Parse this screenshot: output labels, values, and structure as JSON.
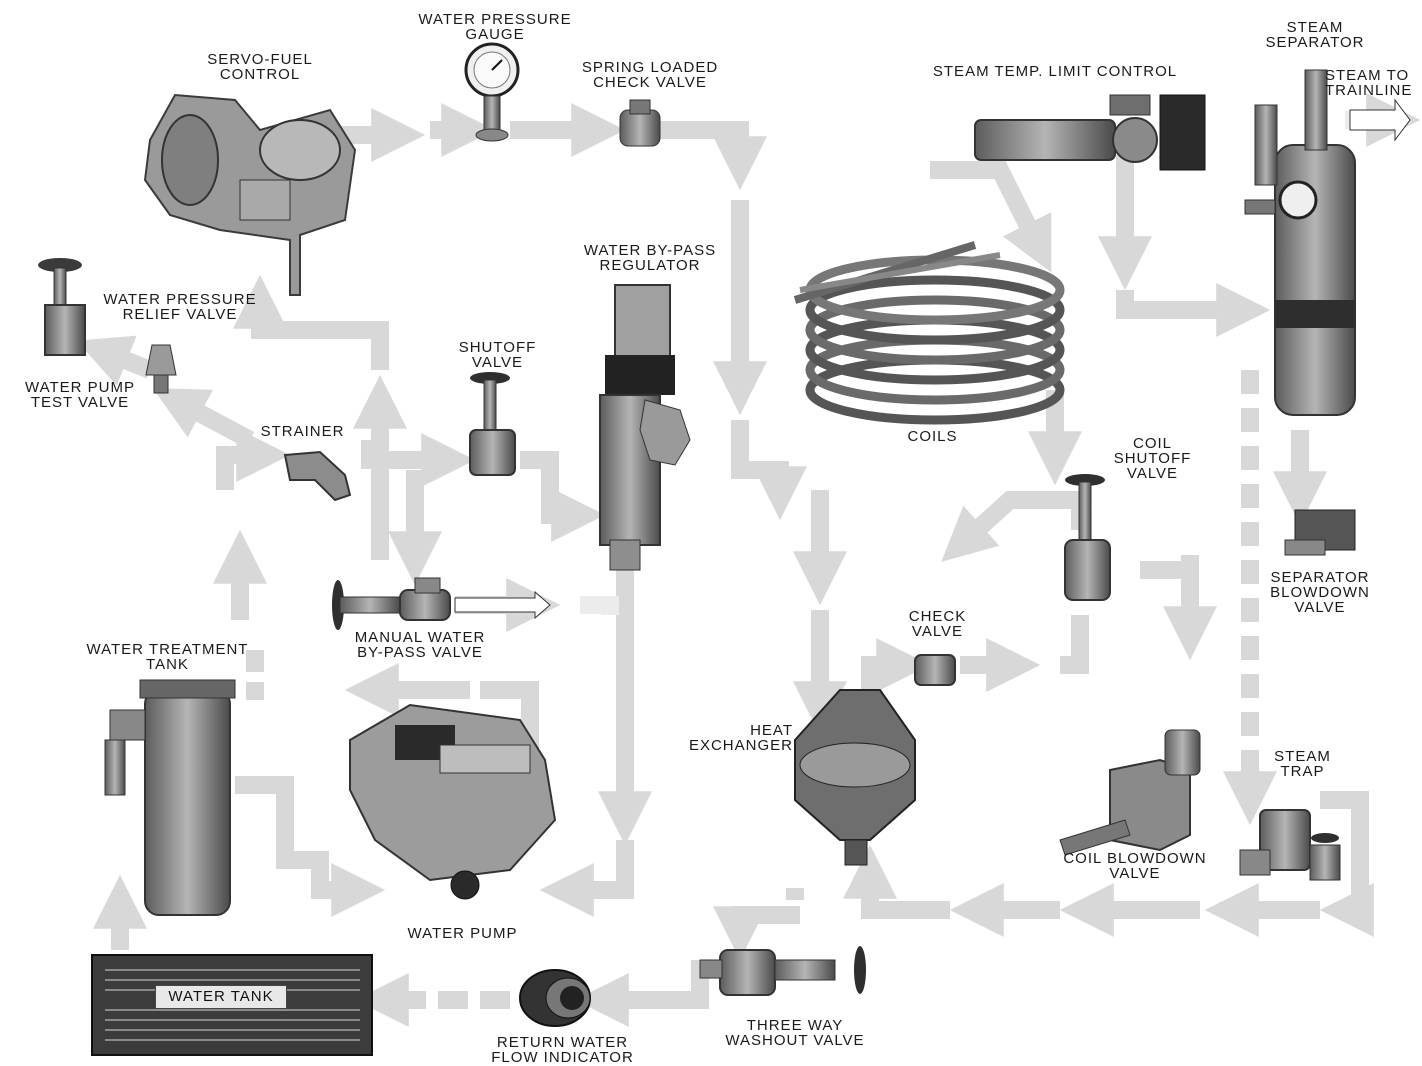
{
  "diagram": {
    "flow_color": "#d8d8d8",
    "component_color": "#8a8a8a",
    "labels": {
      "water_pressure_gauge": [
        "WATER PRESSURE",
        "GAUGE"
      ],
      "servo_fuel_control": [
        "SERVO-FUEL",
        "CONTROL"
      ],
      "spring_loaded_check_valve": [
        "SPRING LOADED",
        "CHECK VALVE"
      ],
      "steam_temp_limit_control": [
        "STEAM TEMP. LIMIT CONTROL"
      ],
      "steam_separator": [
        "STEAM",
        "SEPARATOR"
      ],
      "steam_to_trainline": [
        "STEAM TO",
        "TRAINLINE"
      ],
      "water_by_pass_regulator": [
        "WATER BY-PASS",
        "REGULATOR"
      ],
      "water_pressure_relief_valve": [
        "WATER PRESSURE",
        "RELIEF VALVE"
      ],
      "water_pump_test_valve": [
        "WATER PUMP",
        "TEST VALVE"
      ],
      "shutoff_valve": [
        "SHUTOFF",
        "VALVE"
      ],
      "strainer": [
        "STRAINER"
      ],
      "coils": [
        "COILS"
      ],
      "coil_shutoff_valve": [
        "COIL",
        "SHUTOFF",
        "VALVE"
      ],
      "separator_blowdown_valve": [
        "SEPARATOR",
        "BLOWDOWN",
        "VALVE"
      ],
      "manual_water_by_pass_valve": [
        "MANUAL WATER",
        "BY-PASS VALVE"
      ],
      "check_valve": [
        "CHECK",
        "VALVE"
      ],
      "water_treatment_tank": [
        "WATER TREATMENT",
        "TANK"
      ],
      "heat_exchanger": [
        "HEAT",
        "EXCHANGER"
      ],
      "steam_trap": [
        "STEAM",
        "TRAP"
      ],
      "coil_blowdown_valve": [
        "COIL BLOWDOWN",
        "VALVE"
      ],
      "water_pump": [
        "WATER PUMP"
      ],
      "water_tank": "WATER TANK",
      "return_water_flow_indicator": [
        "RETURN WATER",
        "FLOW INDICATOR"
      ],
      "three_way_washout_valve": [
        "THREE WAY",
        "WASHOUT VALVE"
      ]
    }
  }
}
